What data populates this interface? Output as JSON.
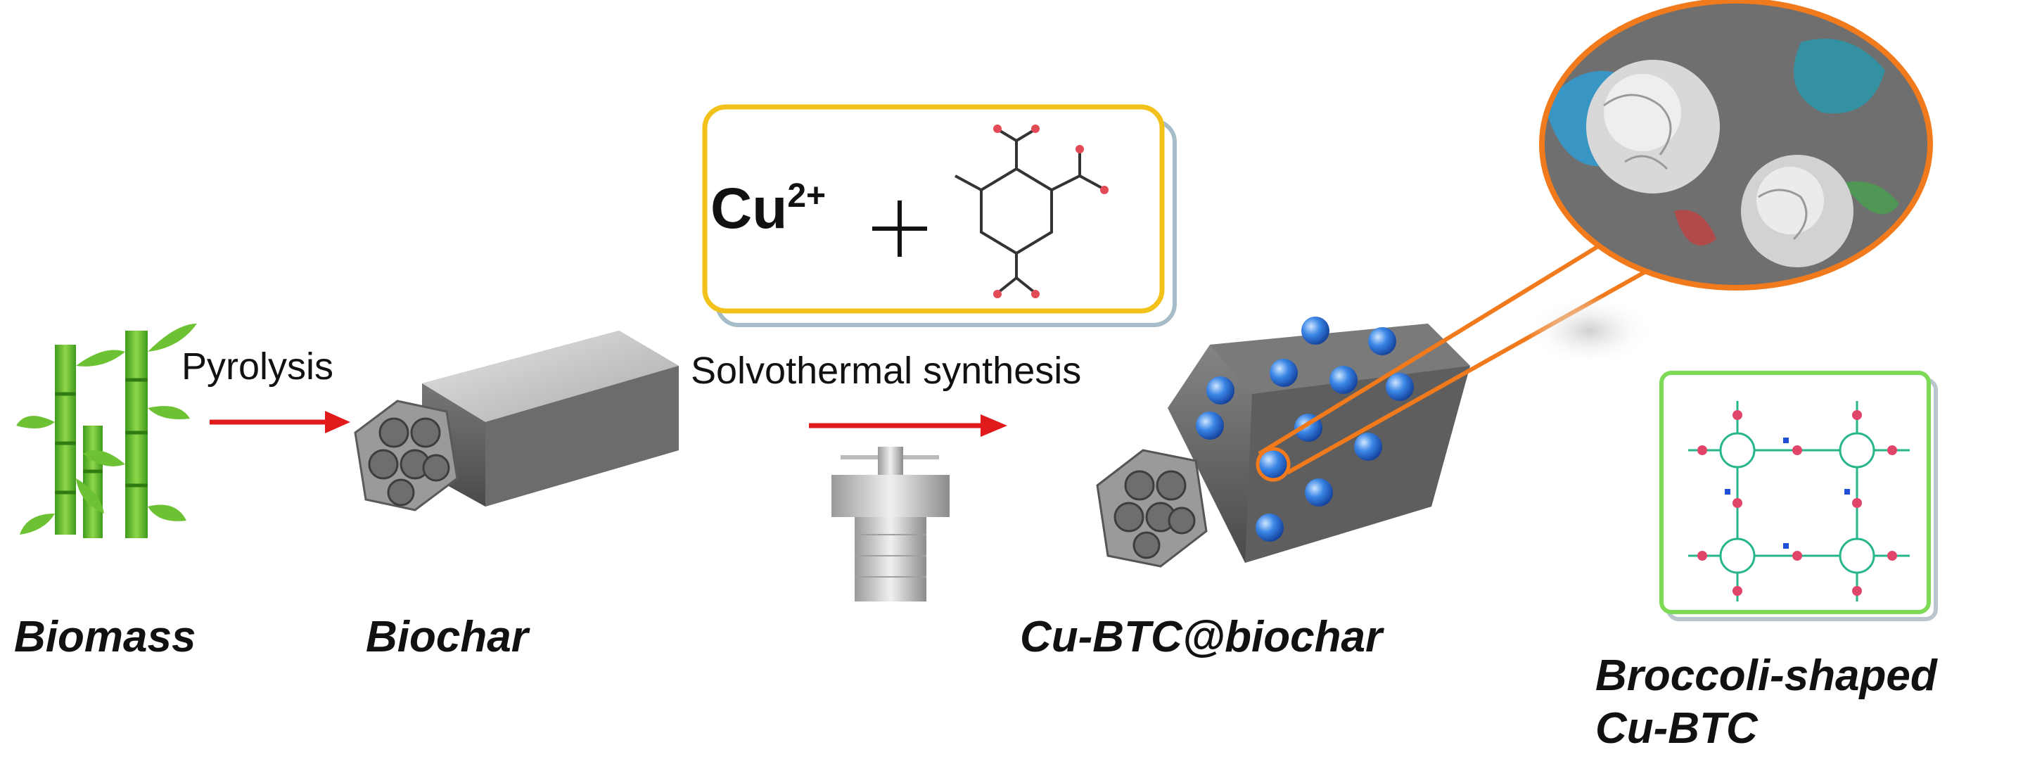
{
  "labels": {
    "biomass": "Biomass",
    "biochar": "Biochar",
    "cu_btc_biochar": "Cu-BTC@biochar",
    "broccoli_line1": "Broccoli-shaped",
    "broccoli_line2": "Cu-BTC"
  },
  "steps": {
    "pyrolysis": "Pyrolysis",
    "solvothermal": "Solvothermal synthesis"
  },
  "reagent": {
    "metal": "Cu",
    "charge": "2+",
    "plus": "+"
  },
  "colors": {
    "arrow": "#e0191b",
    "reagent_box_border": "#f2c21a",
    "zoom_lines": "#f07a1c",
    "framework_box_border": "#7ed957",
    "bamboo": "#5cb82a",
    "particle": "#2f7de0"
  },
  "icons": {
    "bamboo": "bamboo-icon",
    "biochar": "hexagonal-prism-icon",
    "composite": "hexagonal-prism-with-particles-icon",
    "autoclave": "autoclave-icon",
    "linker": "btc-molecule-icon",
    "micrograph": "sem-micrograph-icon",
    "framework": "mof-framework-icon"
  }
}
